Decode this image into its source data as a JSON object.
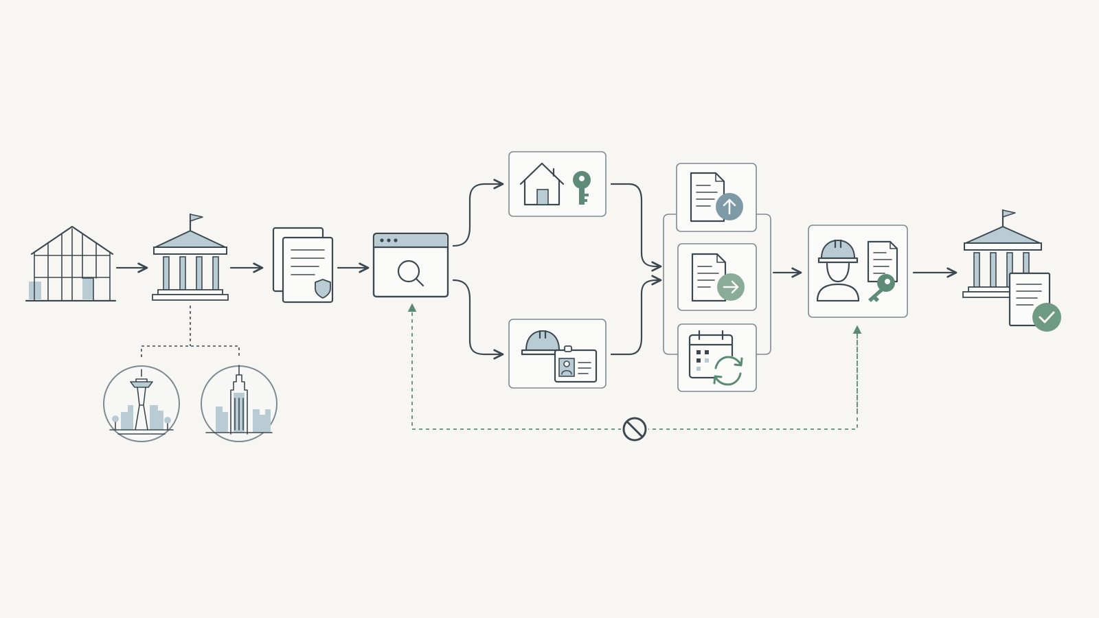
{
  "colors": {
    "background": "#f7f6f3",
    "stroke": "#3c4850",
    "box_border": "#7d8a90",
    "accent_blue": "#b9ccd3",
    "badge_blue": "#7d9aa6",
    "accent_green": "#5a8a72",
    "key_green": "#5e8a78"
  },
  "nodes": [
    {
      "id": "construction-frame",
      "icon": "building-frame-icon"
    },
    {
      "id": "city-hall",
      "icon": "government-building-icon"
    },
    {
      "id": "insured-documents",
      "icon": "document-shield-icon"
    },
    {
      "id": "online-search",
      "icon": "browser-search-icon"
    },
    {
      "id": "homeowner-path",
      "icon": "house-key-icon"
    },
    {
      "id": "contractor-path",
      "icon": "hardhat-id-card-icon"
    },
    {
      "id": "submit-upload",
      "icon": "document-upload-icon"
    },
    {
      "id": "submit-forward",
      "icon": "document-forward-icon"
    },
    {
      "id": "schedule-renew",
      "icon": "calendar-refresh-icon"
    },
    {
      "id": "contractor-approval",
      "icon": "worker-document-key-icon"
    },
    {
      "id": "approved-permit",
      "icon": "government-document-check-icon"
    }
  ],
  "jurisdictions": [
    {
      "id": "seattle",
      "icon": "space-needle-icon"
    },
    {
      "id": "new-york",
      "icon": "empire-state-icon"
    }
  ],
  "edges": [
    {
      "from": "construction-frame",
      "to": "city-hall",
      "style": "solid"
    },
    {
      "from": "city-hall",
      "to": "insured-documents",
      "style": "solid"
    },
    {
      "from": "insured-documents",
      "to": "online-search",
      "style": "solid"
    },
    {
      "from": "online-search",
      "to": "homeowner-path",
      "style": "solid"
    },
    {
      "from": "online-search",
      "to": "contractor-path",
      "style": "solid"
    },
    {
      "from": "homeowner-path",
      "to": "submission-group",
      "style": "solid"
    },
    {
      "from": "contractor-path",
      "to": "submission-group",
      "style": "solid"
    },
    {
      "from": "submission-group",
      "to": "contractor-approval",
      "style": "solid"
    },
    {
      "from": "contractor-approval",
      "to": "approved-permit",
      "style": "solid"
    },
    {
      "from": "city-hall",
      "to": "jurisdictions",
      "style": "dashed"
    },
    {
      "from": "contractor-approval",
      "to": "online-search",
      "style": "dashed",
      "marker": "prohibited-icon"
    }
  ]
}
